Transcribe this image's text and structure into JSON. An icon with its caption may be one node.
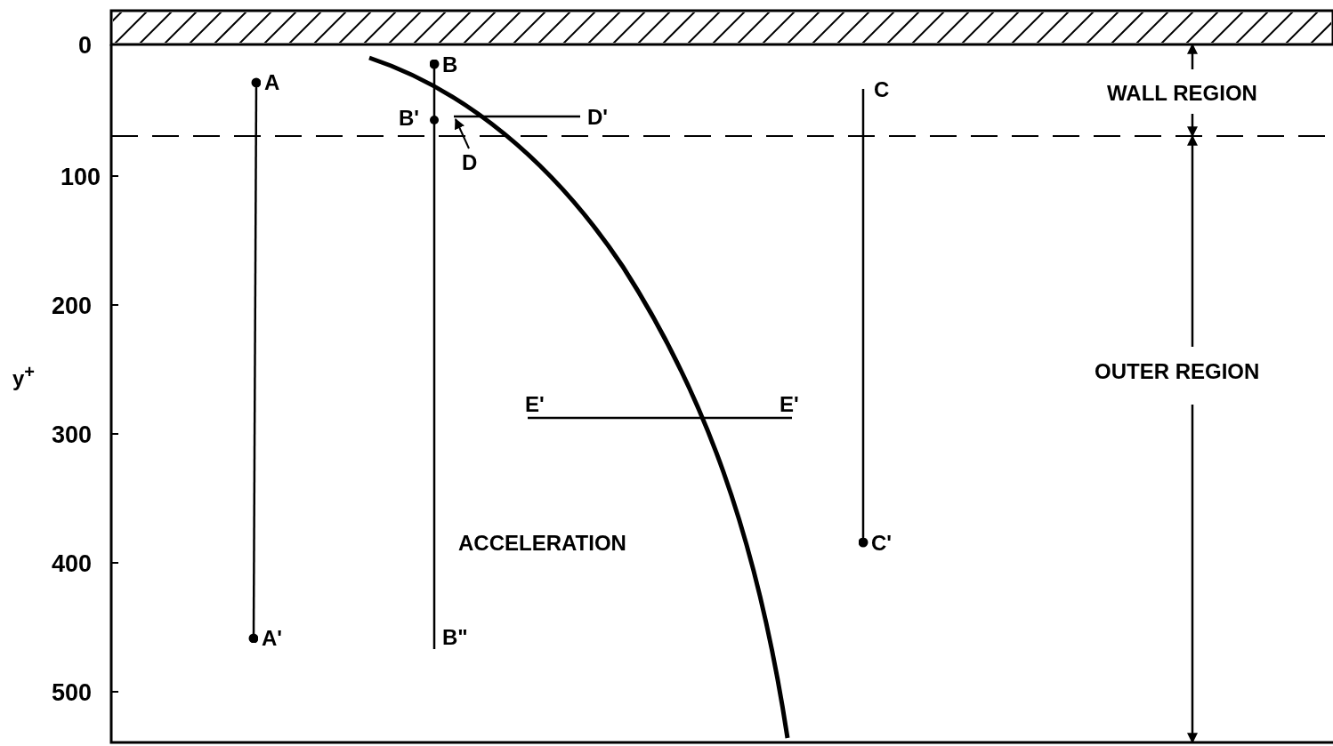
{
  "diagram": {
    "nodes": [
      {
        "text": [
          "A"
        ]
      },
      {
        "text": [
          "A'"
        ]
      },
      {
        "text": [
          "B"
        ]
      },
      {
        "text": [
          "B'"
        ]
      },
      {
        "text": [
          "B\""
        ]
      },
      {
        "text": [
          "C"
        ]
      },
      {
        "text": [
          "C'"
        ]
      },
      {
        "text": [
          "D"
        ]
      }
    ],
    "edges": [
      {
        "from": 0,
        "to": 1,
        "arrow": "other"
      },
      {
        "from": 2,
        "to": 4,
        "arrow": "other"
      },
      {
        "from": 5,
        "to": 6,
        "arrow": "other"
      },
      {
        "from": 7,
        "to": null,
        "arrow": "to"
      }
    ],
    "labels": [
      "0",
      "100",
      "200",
      "300",
      "400",
      "500",
      "y$^{+}$",
      "D'",
      "E'",
      "E'",
      "ACCELERATION",
      "WALL REGION",
      "OUTER REGION"
    ]
  }
}
